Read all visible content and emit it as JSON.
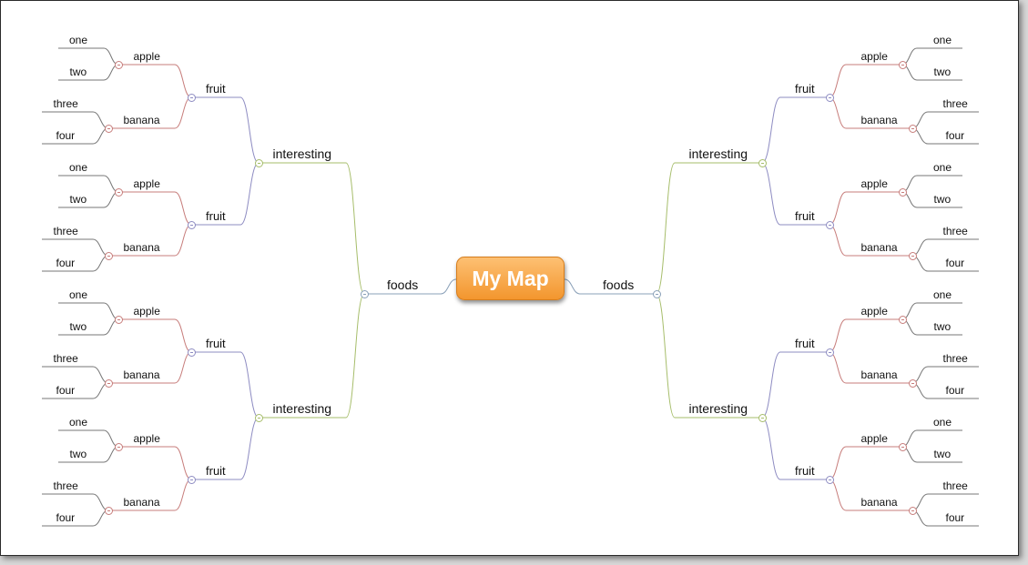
{
  "root": {
    "label": "My Map"
  },
  "labels": {
    "level1": "foods",
    "level2": "interesting",
    "level3": "fruit",
    "level4a": "apple",
    "level4b": "banana",
    "leaf_apple": [
      "one",
      "two"
    ],
    "leaf_banana": [
      "three",
      "four"
    ]
  },
  "colors": {
    "root_fill": "#f6a040",
    "foods": "#8aa0b8",
    "interesting": "#a6bd6a",
    "fruit": "#8e8cc2",
    "apple_banana": "#c77d7b",
    "leaves": "#777777",
    "root_text": "#ffffff"
  }
}
